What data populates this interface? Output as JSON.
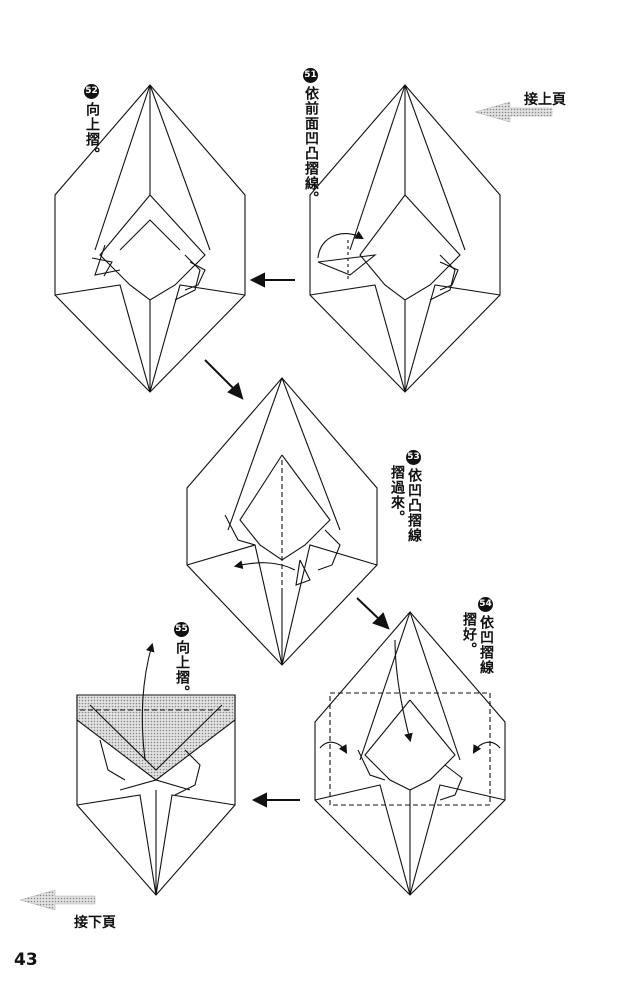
{
  "nav": {
    "prev_page_label": "接上頁",
    "next_page_label": "接下頁"
  },
  "steps": [
    {
      "number": "51",
      "text": "依前面凹凸摺線。"
    },
    {
      "number": "52",
      "text": "向上摺。"
    },
    {
      "number": "53",
      "text": "依凹凸摺線",
      "text2": "摺過來。"
    },
    {
      "number": "54",
      "text": "依凹摺線",
      "text2": "摺好。"
    },
    {
      "number": "55",
      "text": "向上摺。"
    }
  ],
  "page_number": "43",
  "colors": {
    "line": "#111111",
    "shade": "#bbbbbb",
    "nav_arrow": "#cccccc"
  }
}
